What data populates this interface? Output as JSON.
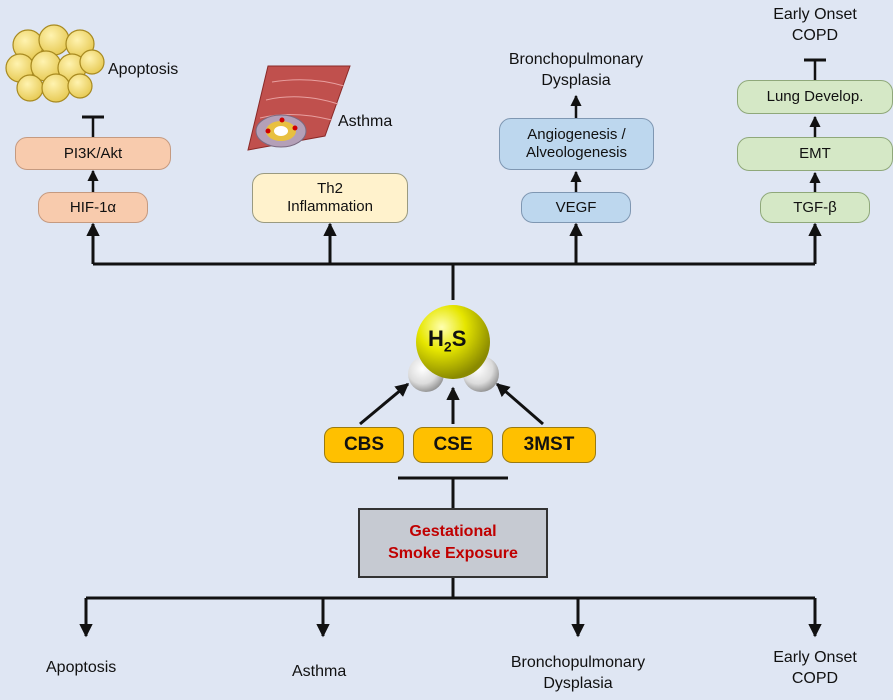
{
  "molecule": {
    "h": "H",
    "sub": "2",
    "s": "S"
  },
  "top_branches": {
    "apoptosis": {
      "outcome": "Apoptosis",
      "step1": "HIF-1α",
      "step2": "PI3K/Akt"
    },
    "asthma": {
      "outcome": "Asthma",
      "step1_line1": "Th2",
      "step1_line2": "Inflammation"
    },
    "bpd": {
      "outcome_line1": "Bronchopulmonary",
      "outcome_line2": "Dysplasia",
      "step1": "VEGF",
      "step2_line1": "Angiogenesis /",
      "step2_line2": "Alveologenesis"
    },
    "copd": {
      "outcome_line1": "Early Onset",
      "outcome_line2": "COPD",
      "step1": "TGF-β",
      "step2": "EMT",
      "step3": "Lung Develop."
    }
  },
  "enzymes": [
    "CBS",
    "CSE",
    "3MST"
  ],
  "exposure": {
    "line1": "Gestational",
    "line2": "Smoke Exposure"
  },
  "bottom_outcomes": {
    "apoptosis": "Apoptosis",
    "asthma": "Asthma",
    "bpd_line1": "Bronchopulmonary",
    "bpd_line2": "Dysplasia",
    "copd_line1": "Early Onset",
    "copd_line2": "COPD"
  },
  "colors": {
    "background": "#dfe6f3",
    "apoptosis_path": "#f8cbad",
    "asthma_path": "#fff2cc",
    "bpd_path": "#bdd7ee",
    "copd_path": "#d5e8c6",
    "enzyme": "#ffc000",
    "exposure_text": "#c00000",
    "sulfur": "#e6e600"
  },
  "icons": {
    "apoptosis": "cell-cluster-icon",
    "asthma": "airway-icon",
    "molecule": "h2s-molecule-icon"
  }
}
